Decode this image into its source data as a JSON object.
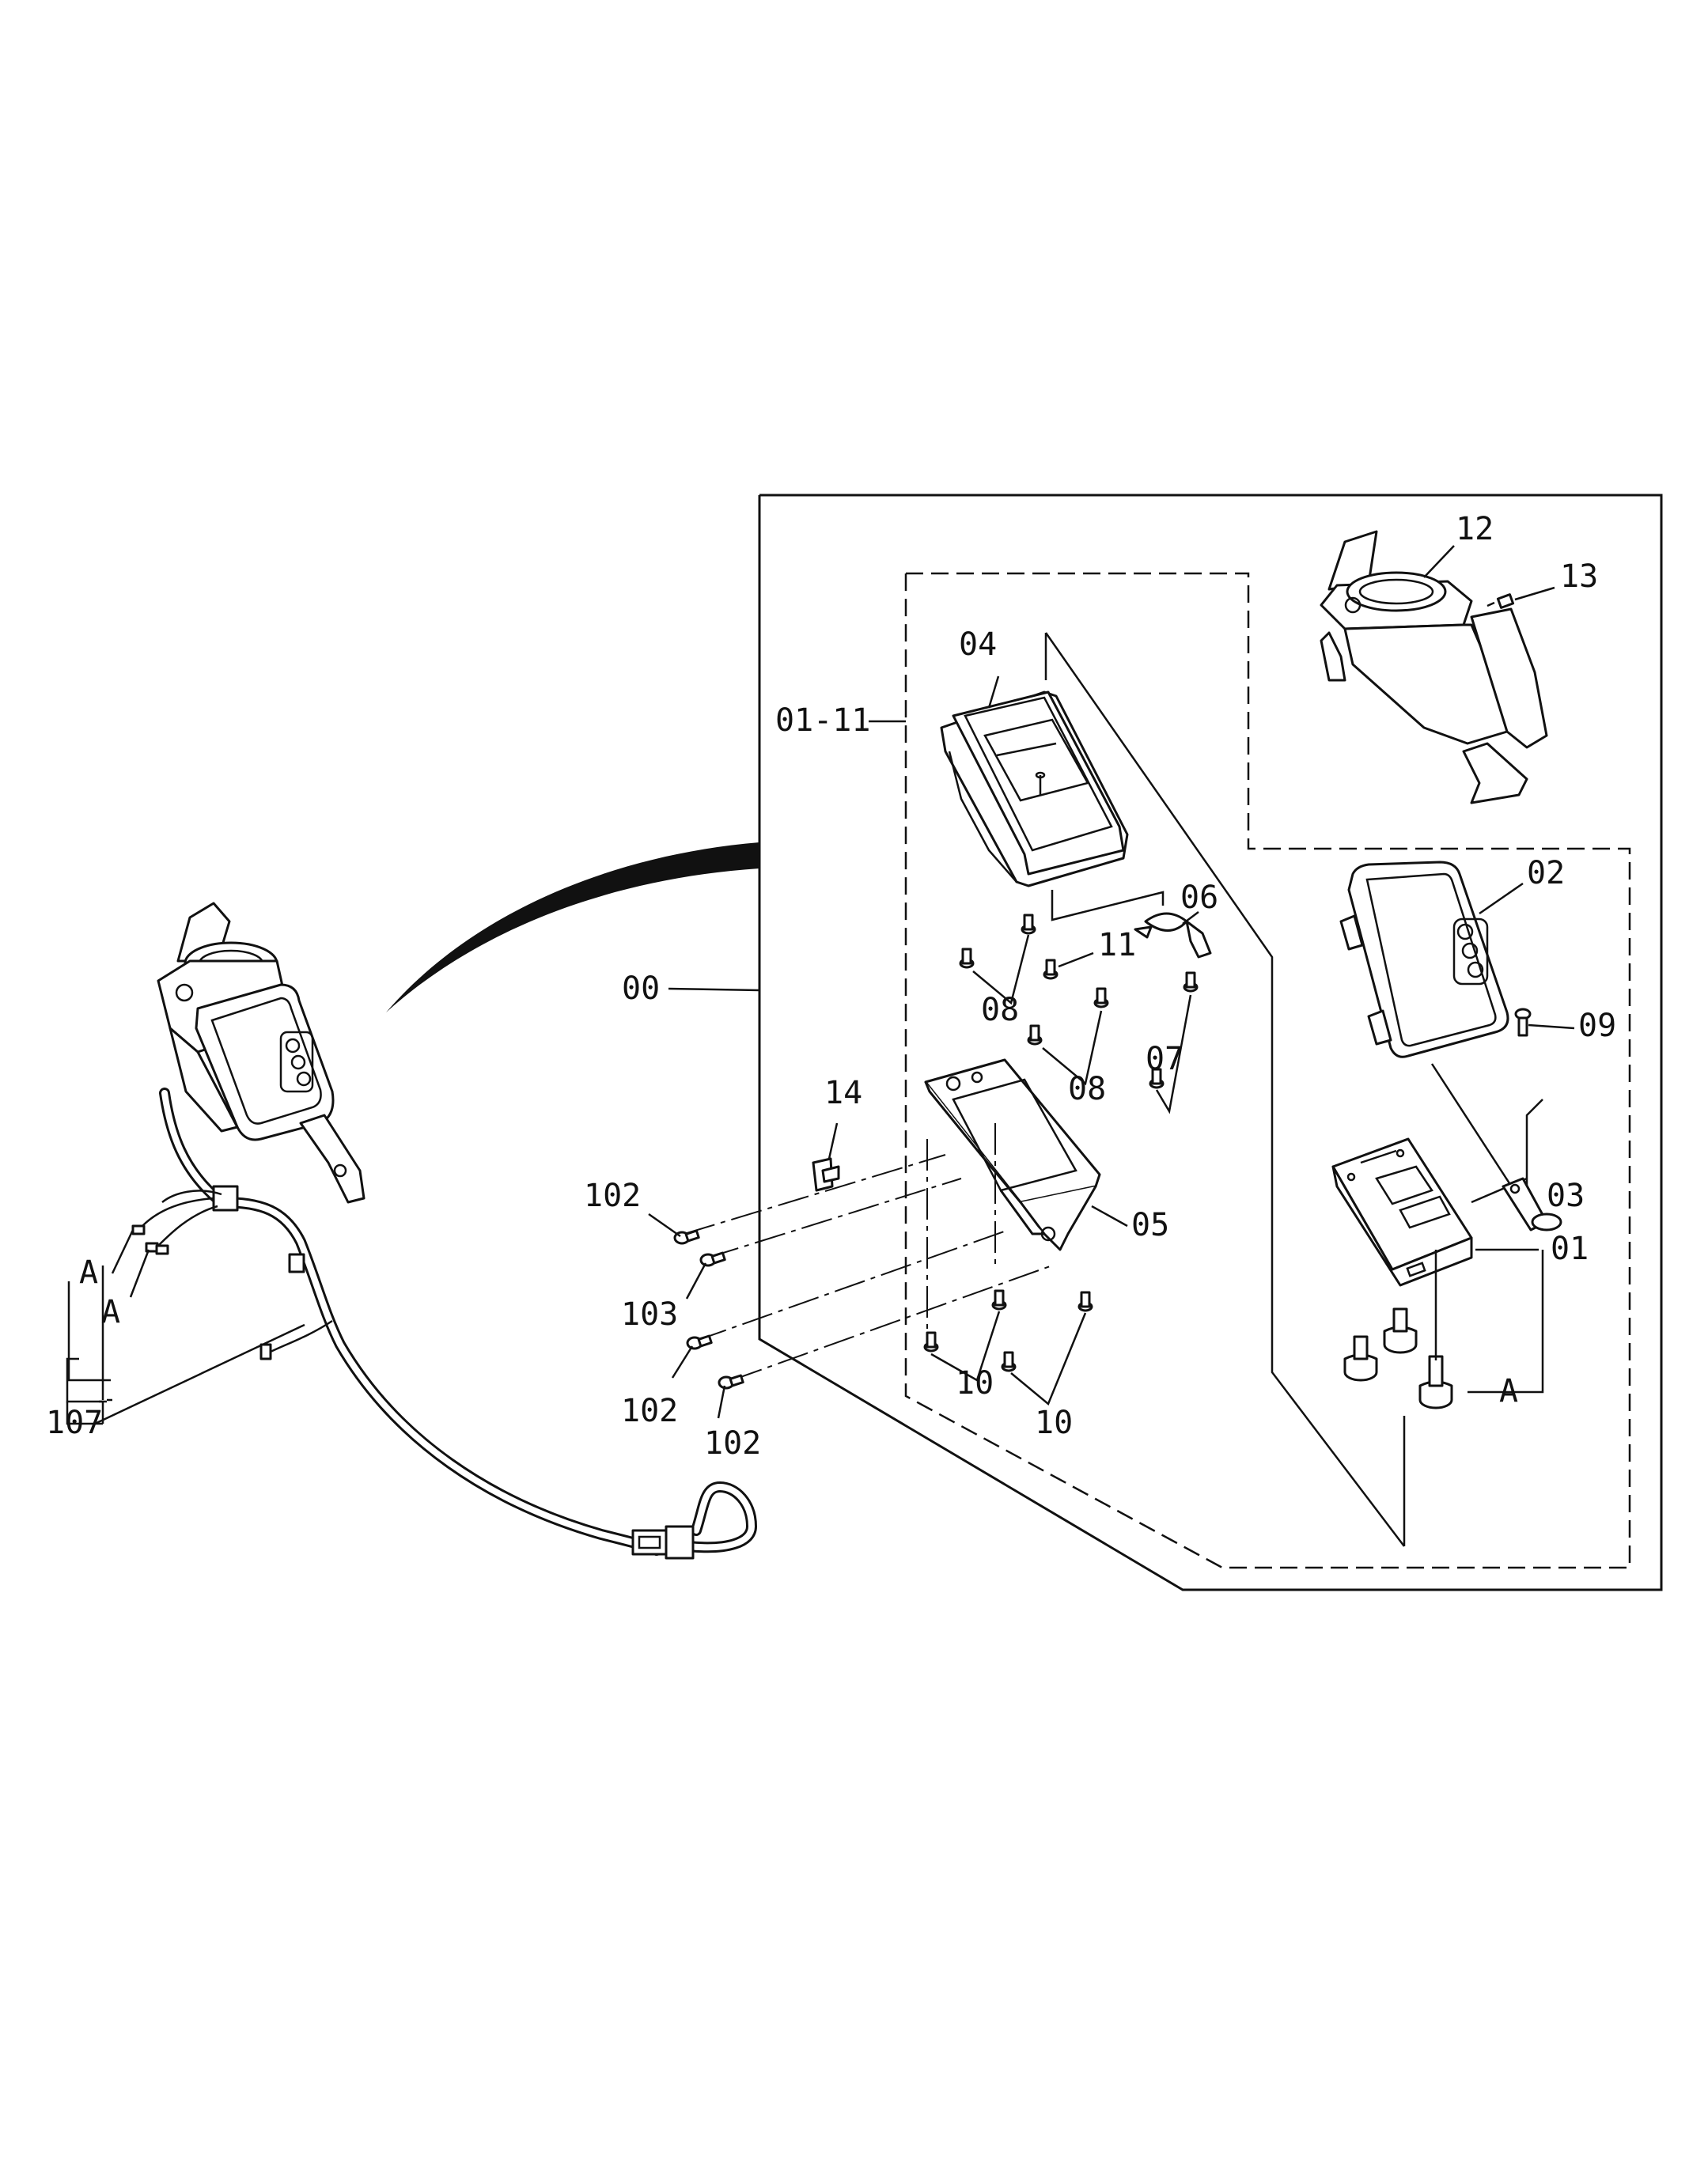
{
  "labels": {
    "l00": "00",
    "l01_11": "01-11",
    "l01": "01",
    "l02": "02",
    "l03": "03",
    "l04": "04",
    "l05": "05",
    "l06": "06",
    "l07": "07",
    "l08a": "08",
    "l08b": "08",
    "l09": "09",
    "l10a": "10",
    "l10b": "10",
    "l11": "11",
    "l12": "12",
    "l13": "13",
    "l14": "14",
    "l102a": "102",
    "l102b": "102",
    "l102c": "102",
    "l103": "103",
    "l107": "107",
    "lA1": "A",
    "lA2": "A",
    "lA3": "A"
  }
}
